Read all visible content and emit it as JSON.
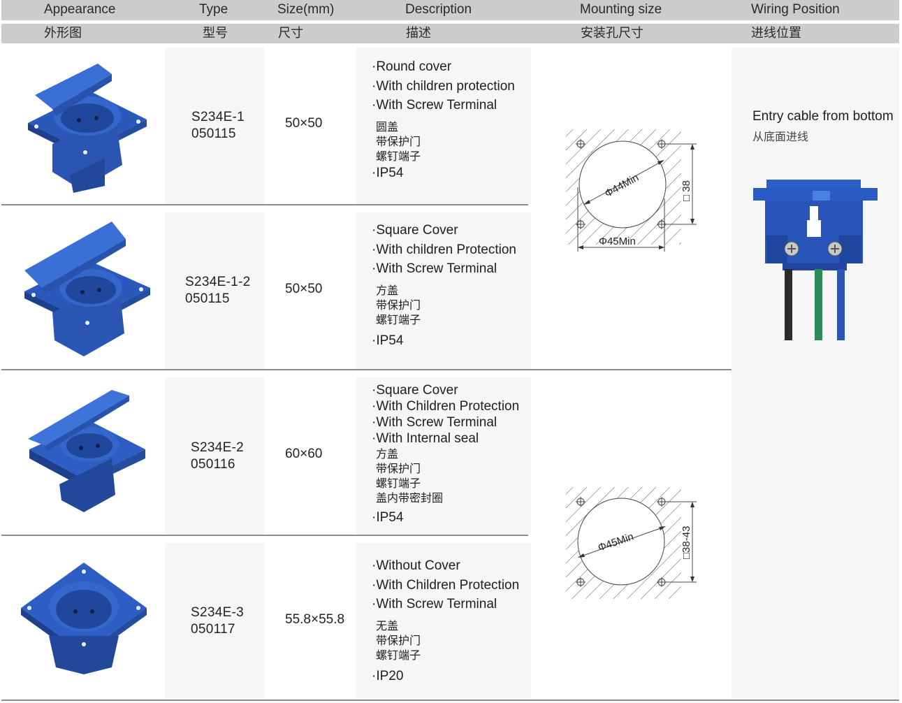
{
  "header": {
    "en": {
      "appearance": "Appearance",
      "type": "Type",
      "size": "Size(mm)",
      "description": "Description",
      "mounting": "Mounting size",
      "wiring": "Wiring Position"
    },
    "zh": {
      "appearance": "外形图",
      "type": "型号",
      "size": "尺寸",
      "description": "描述",
      "mounting": "安装孔尺寸",
      "wiring": "进线位置"
    }
  },
  "colors": {
    "header_bg": "#cccccc",
    "panel_bg": "#f6f6f6",
    "separator": "#8c8c8c",
    "product_blue": "#2f5fc2"
  },
  "rows": [
    {
      "type_code": "S234E-1",
      "type_number": "050115",
      "size": "50×50",
      "image_icon": "socket-round-cover-icon",
      "features_en": [
        "·Round cover",
        "·With children protection",
        "·With Screw Terminal"
      ],
      "features_zh": [
        "圆盖",
        "带保护门",
        "螺钉端子"
      ],
      "ip": "·IP54"
    },
    {
      "type_code": "S234E-1-2",
      "type_number": "050115",
      "size": "50×50",
      "image_icon": "socket-square-cover-icon",
      "features_en": [
        "·Square Cover",
        "·With children Protection",
        "·With Screw Terminal"
      ],
      "features_zh": [
        "方盖",
        "带保护门",
        "螺钉端子"
      ],
      "ip": "·IP54"
    },
    {
      "type_code": "S234E-2",
      "type_number": "050116",
      "size": "60×60",
      "image_icon": "socket-square-cover-sealed-icon",
      "features_en": [
        "·Square Cover",
        "·With Children Protection",
        "·With Screw Terminal",
        "·With Internal seal"
      ],
      "features_zh": [
        "方盖",
        "带保护门",
        "螺钉端子",
        "盖内带密封圈"
      ],
      "ip": "·IP54"
    },
    {
      "type_code": "S234E-3",
      "type_number": "050117",
      "size": "55.8×55.8",
      "image_icon": "socket-no-cover-icon",
      "features_en": [
        "·Without Cover",
        "·With Children Protection",
        "·With Screw Terminal"
      ],
      "features_zh": [
        "无盖",
        "带保护门",
        "螺钉端子"
      ],
      "ip": "·IP20"
    }
  ],
  "mounting": [
    {
      "applies_to_rows": [
        1,
        2
      ],
      "hole_diameter": "Φ44Min",
      "outer_dimension": "Φ45Min",
      "square": "□ 38"
    },
    {
      "applies_to_rows": [
        3,
        4
      ],
      "hole_diameter": "Φ45Min",
      "square": "□38-43"
    }
  ],
  "wiring": {
    "title": "Entry cable from bottom",
    "subtitle": "从底面进线",
    "wire_colors": [
      "#2b2b2b",
      "#2e8b57",
      "#2f55b5"
    ]
  }
}
